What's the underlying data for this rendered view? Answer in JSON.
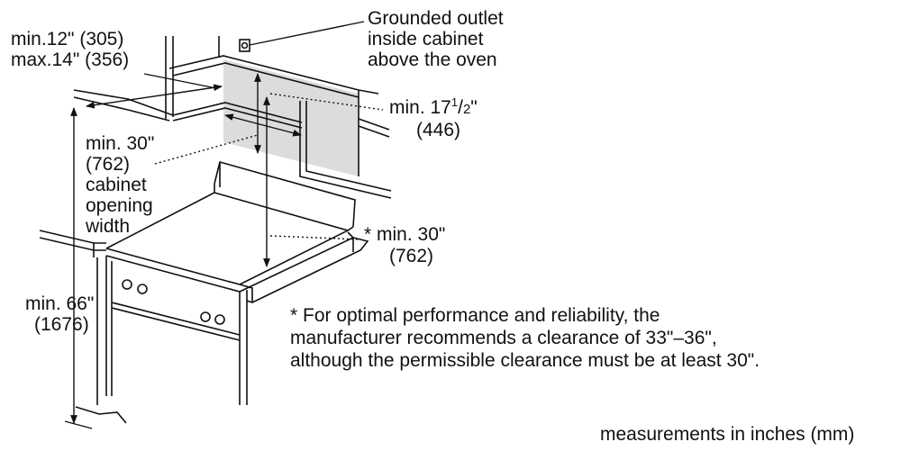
{
  "labels": {
    "outlet_l1": "Grounded outlet",
    "outlet_l2": "inside cabinet",
    "outlet_l3": "above the oven",
    "depth_min": "min.12\" (305)",
    "depth_max": "max.14\" (356)",
    "width_l1": "min. 30\"",
    "width_l2": "(762)",
    "width_l3": "cabinet",
    "width_l4": "opening",
    "width_l5": "width",
    "center_min": "min. 17",
    "center_num": "1",
    "center_den": "2",
    "center_in": "\"",
    "center_mm": "(446)",
    "clear_star": "* min. 30\"",
    "clear_mm": "(762)",
    "height_l1": "min. 66\"",
    "height_l2": "(1676)",
    "note_l1": "* For optimal performance and reliability, the",
    "note_l2": "manufacturer recommends a clearance of 33\"–36\",",
    "note_l3": "although the permissible clearance must be at least 30\".",
    "units": "measurements in inches (mm)"
  }
}
